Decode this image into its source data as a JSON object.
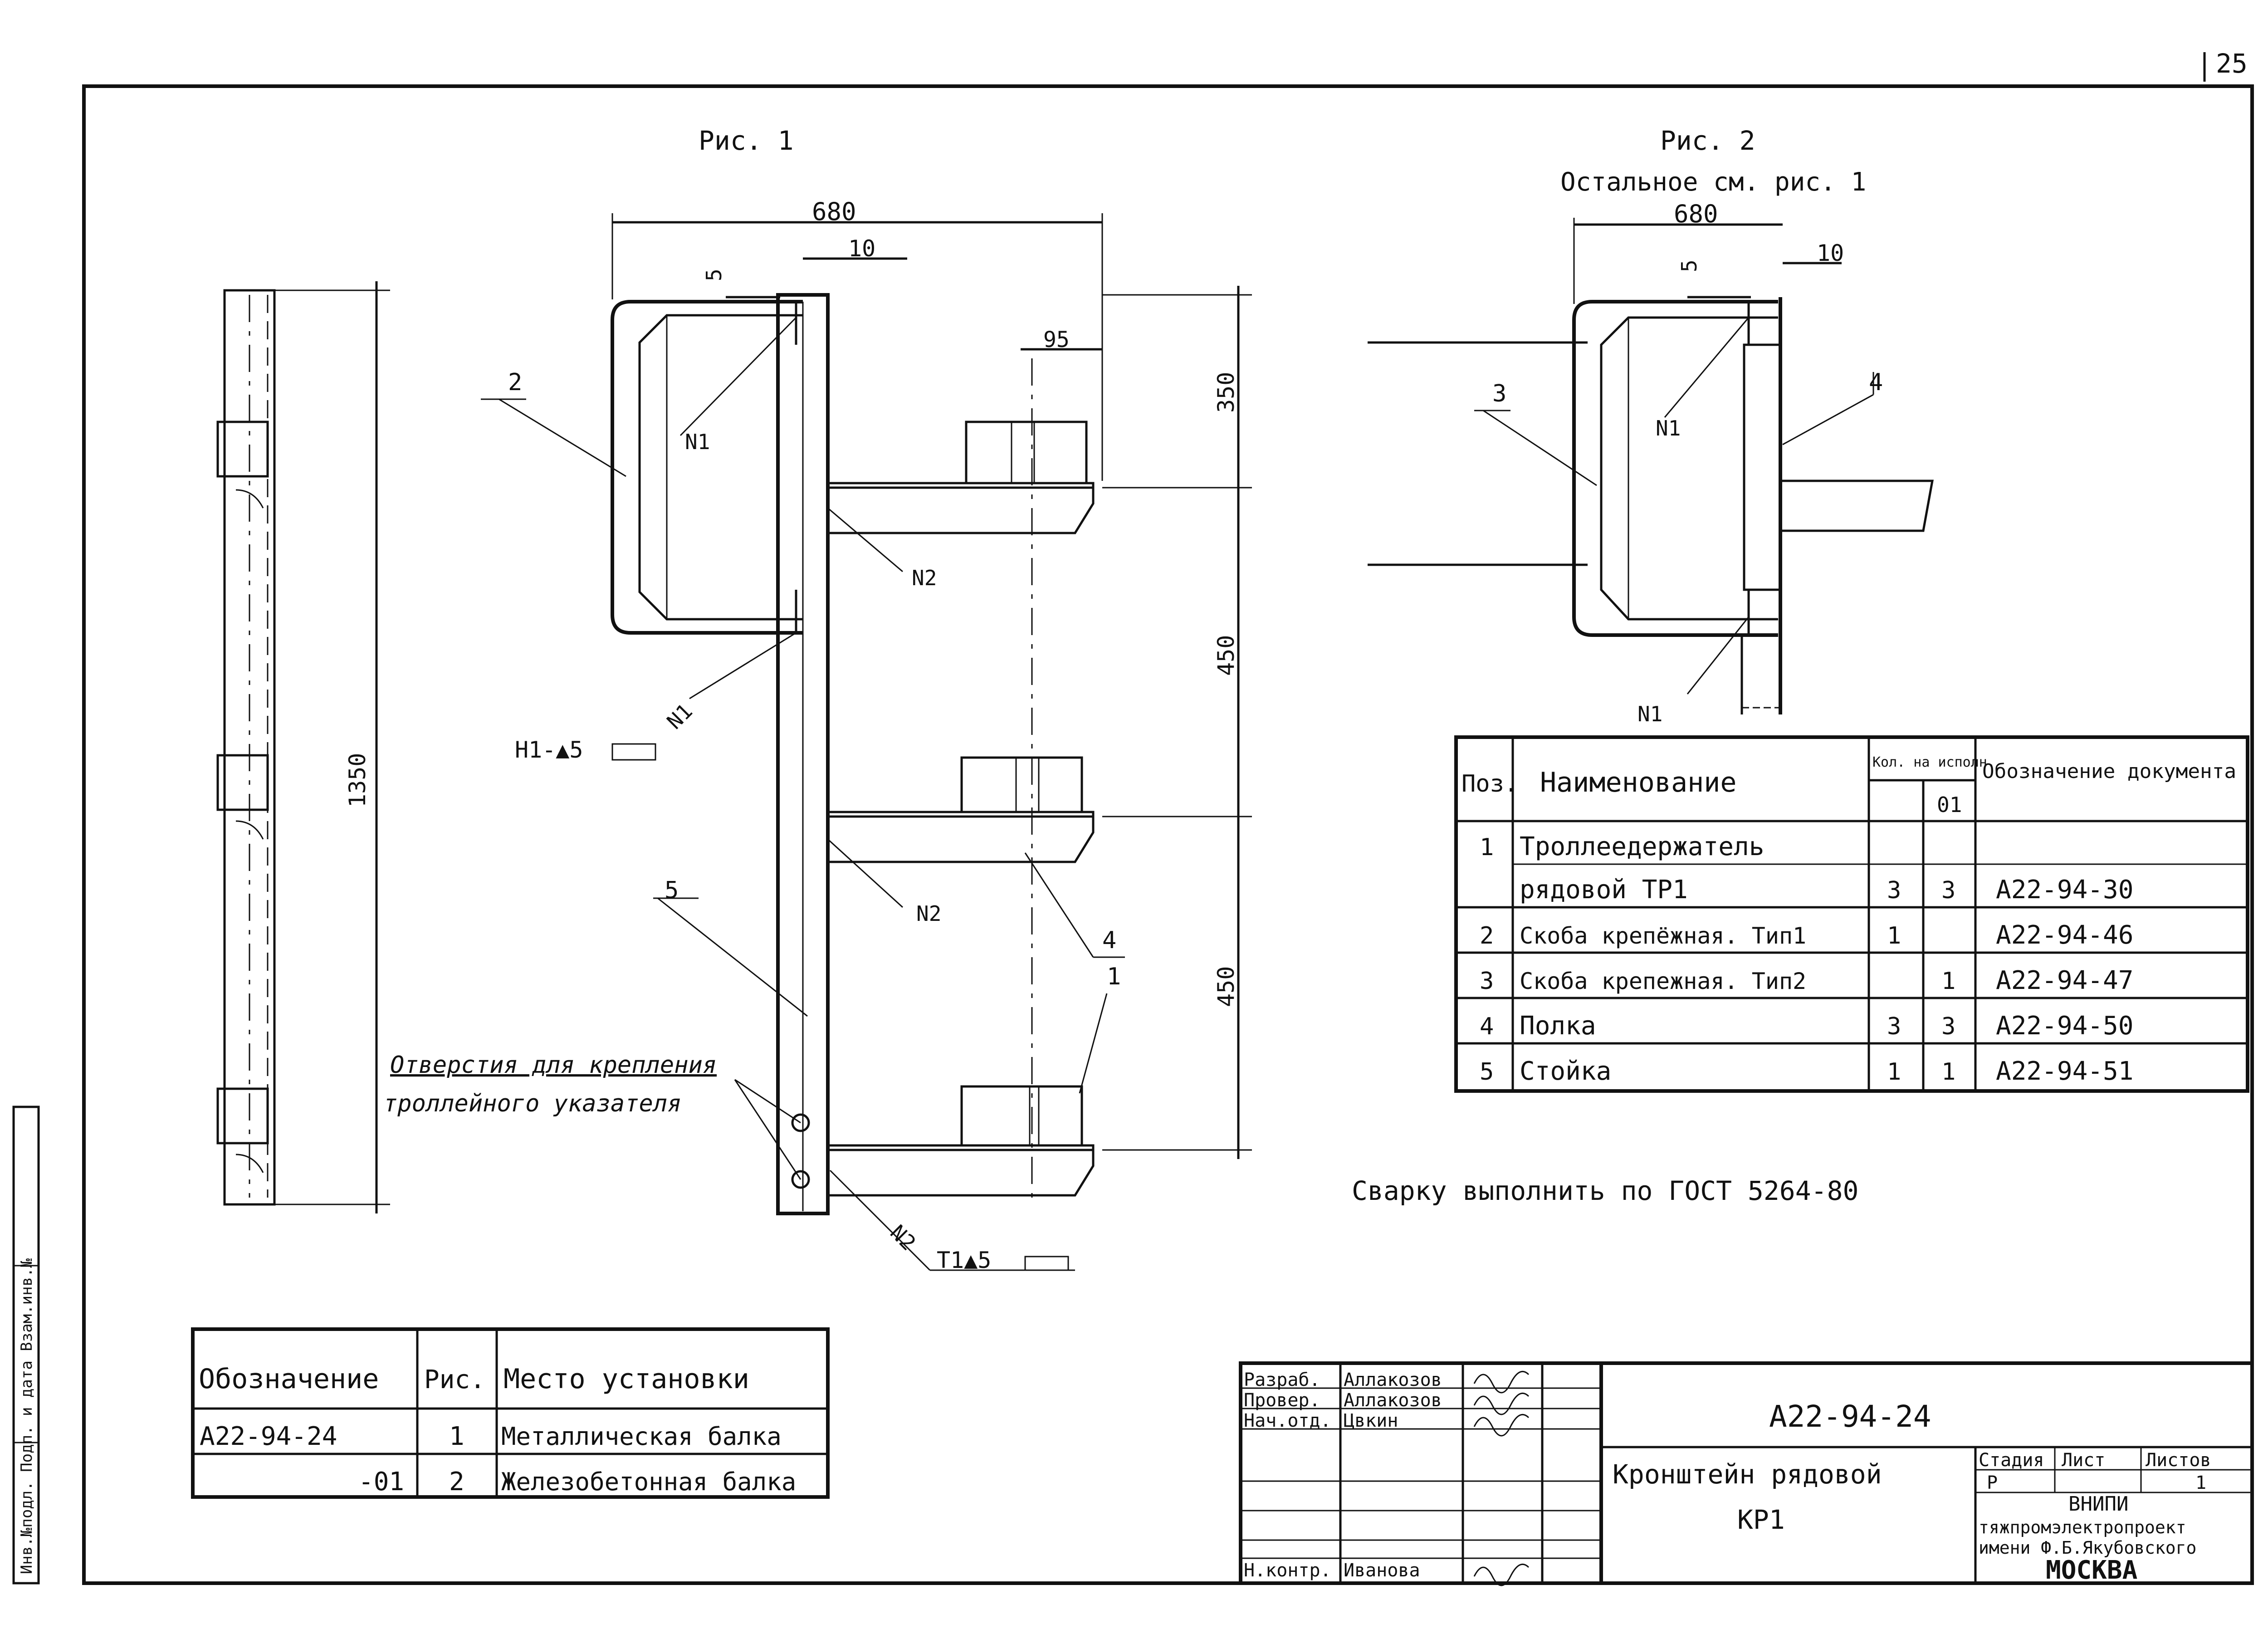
{
  "page_number": "25",
  "side_stamp": "Инв.№подл.   Подп. и дата   Взам.инв.№",
  "fig1": {
    "title": "Рис. 1",
    "dim_width": "680",
    "dim_gap": "10",
    "dim_5": "5",
    "dim_95": "95",
    "dim_350": "350",
    "dim_450a": "450",
    "dim_450b": "450",
    "dim_1350": "1350",
    "callout_2": "2",
    "callout_5": "5",
    "callout_4": "4",
    "callout_1": "1",
    "weld_n1_top": "N1",
    "weld_n1_mid": "N1",
    "weld_n2_a": "N2",
    "weld_n2_b": "N2",
    "weld_n2_c": "N2",
    "weld_h1": "Н1-▲5",
    "weld_t1": "Т1▲5",
    "holes_note_1": "Отверстия для крепления",
    "holes_note_2": "троллейного указателя"
  },
  "fig2": {
    "title": "Рис. 2",
    "subtitle": "Остальное см. рис. 1",
    "dim_width": "680",
    "dim_gap": "10",
    "dim_5": "5",
    "callout_3": "3",
    "callout_4": "4",
    "weld_n1_a": "N1",
    "weld_n1_b": "N1"
  },
  "spec_table": {
    "headers": {
      "pos": "Поз.",
      "name": "Наименование",
      "qty": "Кол. на исполн.",
      "qty_sub": "01",
      "doc": "Обозначение документа"
    },
    "rows": [
      {
        "pos": "1",
        "name": "Троллеедержатель",
        "q0": "",
        "q1": "",
        "doc": ""
      },
      {
        "pos": "",
        "name": "рядовой ТР1",
        "q0": "3",
        "q1": "3",
        "doc": "А22-94-30"
      },
      {
        "pos": "2",
        "name": "Скоба крепёжная. Тип1",
        "q0": "1",
        "q1": "",
        "doc": "А22-94-46"
      },
      {
        "pos": "3",
        "name": "Скоба крепежная. Тип2",
        "q0": "",
        "q1": "1",
        "doc": "А22-94-47"
      },
      {
        "pos": "4",
        "name": "Полка",
        "q0": "3",
        "q1": "3",
        "doc": "А22-94-50"
      },
      {
        "pos": "5",
        "name": "Стойка",
        "q0": "1",
        "q1": "1",
        "doc": "А22-94-51"
      }
    ]
  },
  "weld_note": "Сварку выполнить по ГОСТ 5264-80",
  "variant_table": {
    "headers": {
      "doc": "Обозначение",
      "fig": "Рис.",
      "place": "Место установки"
    },
    "rows": [
      {
        "doc": "А22-94-24",
        "fig": "1",
        "place": "Металлическая балка"
      },
      {
        "doc": "-01",
        "fig": "2",
        "place": "Железобетонная балка"
      }
    ]
  },
  "title_block": {
    "designation": "А22-94-24",
    "item_name_1": "Кронштейн рядовой",
    "item_name_2": "КР1",
    "roles": [
      {
        "role": "Разраб.",
        "name": "Аллакозов"
      },
      {
        "role": "Провер.",
        "name": "Аллакозов"
      },
      {
        "role": "Нач.отд.",
        "name": "Цвкин"
      },
      {
        "role": "",
        "name": ""
      },
      {
        "role": "",
        "name": ""
      },
      {
        "role": "",
        "name": ""
      },
      {
        "role": "Н.контр.",
        "name": "Иванова"
      }
    ],
    "stage_label": "Стадия",
    "sheet_label": "Лист",
    "sheets_label": "Листов",
    "stage_value": "Р",
    "sheets_value": "1",
    "org_1": "ВНИПИ",
    "org_2": "тяжпромэлектропроект",
    "org_3": "имени Ф.Б.Якубовского",
    "org_4": "МОСКВА"
  }
}
